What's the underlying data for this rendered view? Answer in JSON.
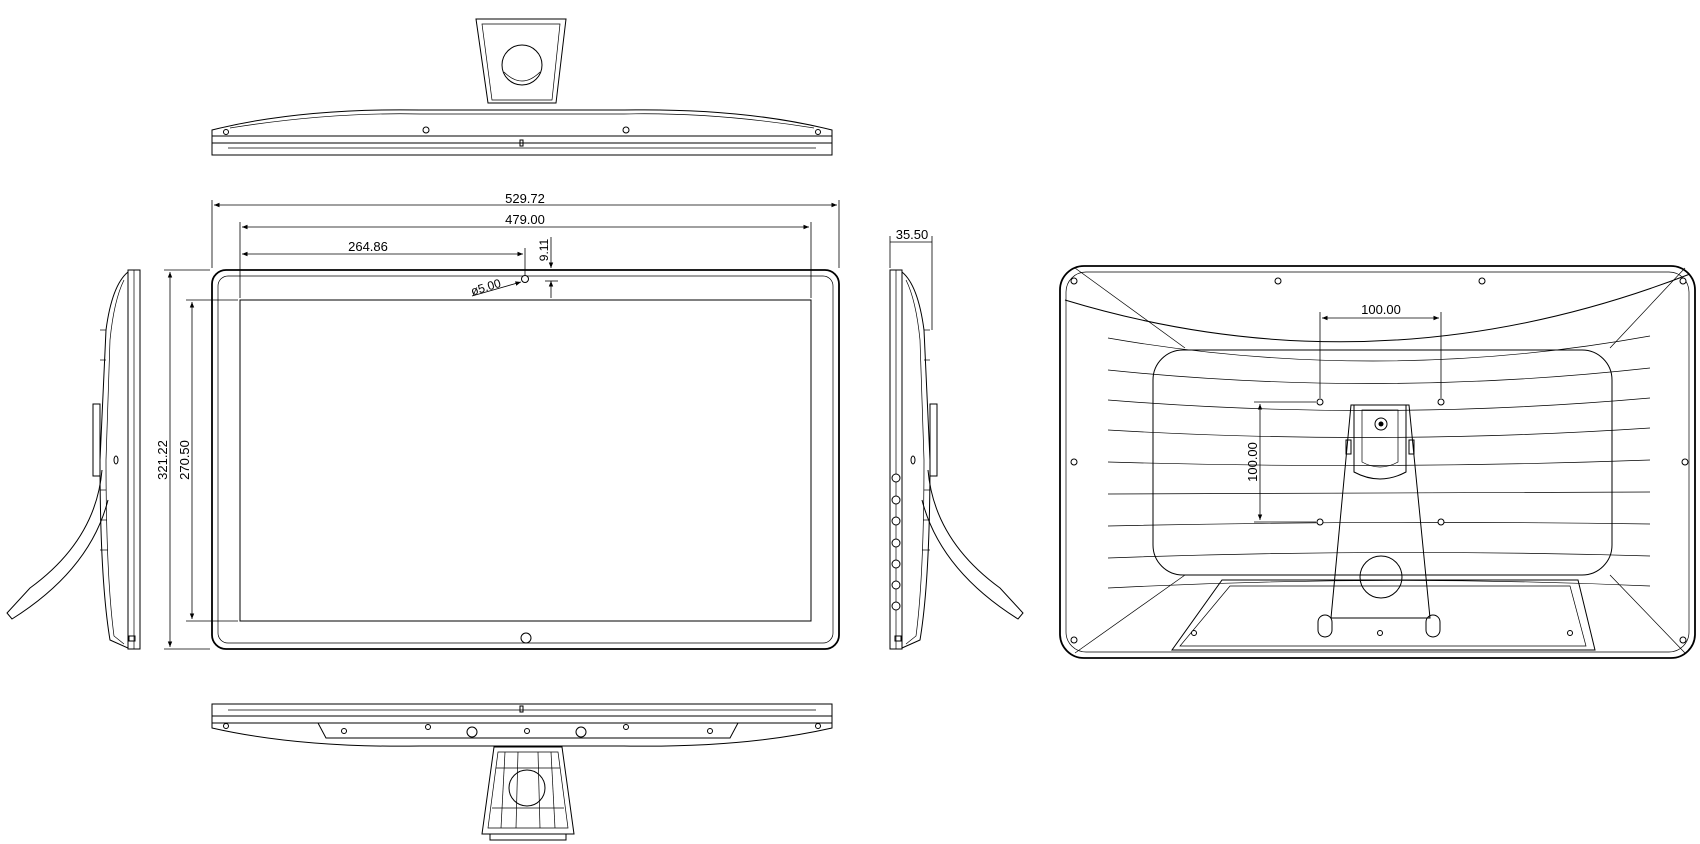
{
  "dimensions": {
    "overall_width": "529.72",
    "screen_width": "479.00",
    "camera_offset": "264.86",
    "camera_top_offset": "9.11",
    "camera_diameter": "ø5.00",
    "overall_height": "321.22",
    "screen_height": "270.50",
    "depth": "35.50",
    "vesa_horizontal": "100.00",
    "vesa_vertical": "100.00"
  },
  "colors": {
    "line": "#000000",
    "background": "#ffffff"
  }
}
